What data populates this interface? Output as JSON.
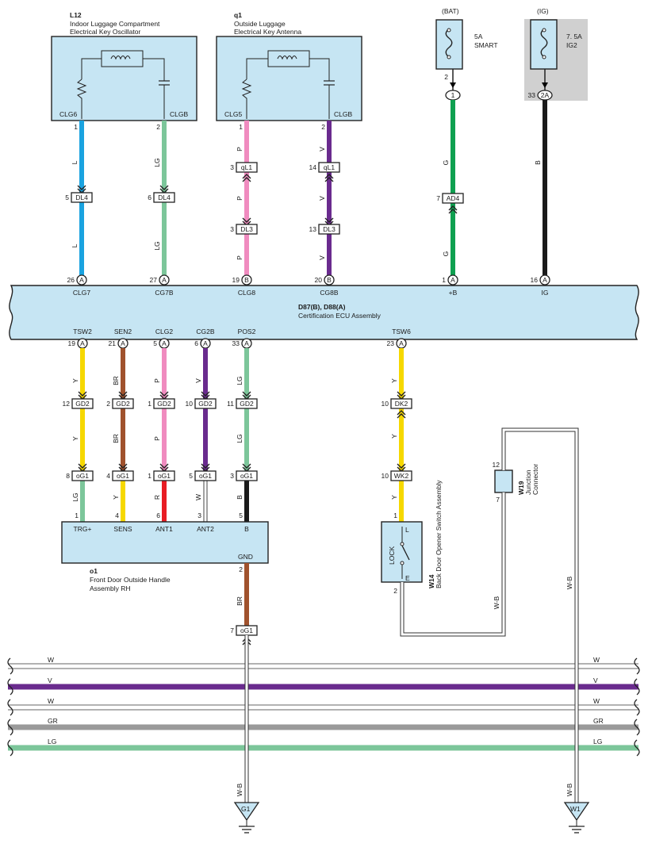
{
  "components": {
    "l12": {
      "id": "L12",
      "name": [
        "Indoor Luggage Compartment",
        "Electrical Key Oscillator"
      ],
      "pin_left": "CLG6",
      "pin_right": "CLGB"
    },
    "q1": {
      "id": "q1",
      "name": [
        "Outside Luggage",
        "Electrical Key Antenna"
      ],
      "pin_left": "CLG5",
      "pin_right": "CLGB"
    },
    "bat": {
      "label": "(BAT)",
      "fuse": [
        "5A",
        "SMART"
      ]
    },
    "ig": {
      "label": "(IG)",
      "fuse": [
        "7. 5A",
        "IG2"
      ]
    },
    "ecu": {
      "id": "D87(B), D88(A)",
      "name": "Certification ECU Assembly"
    },
    "o1": {
      "id": "o1",
      "name": [
        "Front Door Outside Handle",
        "Assembly RH"
      ],
      "gnd": "GND"
    },
    "w14": {
      "id": "W14",
      "name": "Back Door Opener Switch Assembly",
      "switch": "LOCK",
      "pin_l": "L",
      "pin_e": "E"
    },
    "w19": {
      "id": "W19",
      "name": [
        "Junction",
        "Connector"
      ]
    },
    "g1": "G1",
    "w1": "W1"
  },
  "ecu_top_pins": [
    {
      "num": "26",
      "conn": "A",
      "name": "CLG7"
    },
    {
      "num": "27",
      "conn": "A",
      "name": "CG7B"
    },
    {
      "num": "19",
      "conn": "B",
      "name": "CLG8"
    },
    {
      "num": "20",
      "conn": "B",
      "name": "CG8B"
    },
    {
      "num": "1",
      "conn": "A",
      "name": "+B"
    },
    {
      "num": "16",
      "conn": "A",
      "name": "IG"
    }
  ],
  "ecu_bottom_pins": [
    {
      "num": "19",
      "conn": "A",
      "name": "TSW2"
    },
    {
      "num": "21",
      "conn": "A",
      "name": "SEN2"
    },
    {
      "num": "5",
      "conn": "A",
      "name": "CLG2"
    },
    {
      "num": "6",
      "conn": "A",
      "name": "CG2B"
    },
    {
      "num": "33",
      "conn": "A",
      "name": "POS2"
    },
    {
      "num": "23",
      "conn": "A",
      "name": "TSW6"
    }
  ],
  "o1_pins": [
    {
      "num": "1",
      "name": "TRG+"
    },
    {
      "num": "4",
      "name": "SENS"
    },
    {
      "num": "6",
      "name": "ANT1"
    },
    {
      "num": "3",
      "name": "ANT2"
    },
    {
      "num": "5",
      "name": "B"
    }
  ],
  "top_wires": [
    {
      "pin": "1",
      "code1": "L",
      "conn1": "DL4",
      "conn1_pin": "5",
      "code2": "L",
      "color": "#1aa3e0"
    },
    {
      "pin": "2",
      "code1": "LG",
      "conn1": "DL4",
      "conn1_pin": "6",
      "code2": "LG",
      "color": "#7cc69a"
    },
    {
      "pin": "1",
      "code1": "P",
      "conn1": "qL1",
      "conn1_pin": "3",
      "conn2": "DL3",
      "conn2_pin": "3",
      "code2": "P",
      "color": "#f08bbf"
    },
    {
      "pin": "2",
      "code1": "V",
      "conn1": "qL1",
      "conn1_pin": "14",
      "conn2": "DL3",
      "conn2_pin": "13",
      "code2": "V",
      "color": "#6a2b8e"
    },
    {
      "pin": "2",
      "term": "1",
      "code1": "G",
      "conn1": "AD4",
      "conn1_pin": "7",
      "code2": "G",
      "color": "#0fa050"
    },
    {
      "pin": "33",
      "term": "2A",
      "code1": "B",
      "color": "#1a1a1a"
    }
  ],
  "bottom_wires": [
    {
      "code1": "Y",
      "conn1": "GD2",
      "conn1_pin": "12",
      "code2": "Y",
      "conn2": "oG1",
      "conn2_pin": "8",
      "code3": "LG",
      "color": "#f6d800",
      "color3": "#7cc69a"
    },
    {
      "code1": "BR",
      "conn1": "GD2",
      "conn1_pin": "2",
      "code2": "BR",
      "conn2": "oG1",
      "conn2_pin": "4",
      "code3": "Y",
      "color": "#a0522d",
      "color3": "#f6d800"
    },
    {
      "code1": "P",
      "conn1": "GD2",
      "conn1_pin": "1",
      "code2": "P",
      "conn2": "oG1",
      "conn2_pin": "1",
      "code3": "R",
      "color": "#f08bbf",
      "color3": "#e81c24"
    },
    {
      "code1": "V",
      "conn1": "GD2",
      "conn1_pin": "10",
      "code2": "",
      "conn2": "oG1",
      "conn2_pin": "5",
      "code3": "W",
      "color": "#6a2b8e",
      "color3": "#ffffff"
    },
    {
      "code1": "LG",
      "conn1": "GD2",
      "conn1_pin": "11",
      "code2": "LG",
      "conn2": "oG1",
      "conn2_pin": "3",
      "code3": "B",
      "color": "#7cc69a",
      "color3": "#1a1a1a"
    },
    {
      "code1": "Y",
      "conn1": "DK2",
      "conn1_pin": "10",
      "code2": "Y",
      "conn2": "WK2",
      "conn2_pin": "10",
      "code3": "Y",
      "color": "#f6d800"
    }
  ],
  "gnd_wire": {
    "pin": "2",
    "code": "BR",
    "conn": "oG1",
    "conn_pin": "7",
    "code_low": "W-B"
  },
  "w14_wire": {
    "pin_top": "1",
    "pin_bottom": "2",
    "code": "W-B"
  },
  "w19_wire": {
    "pin_top": "12",
    "pin_bottom": "7",
    "code_low": "W-B"
  },
  "buses": [
    {
      "label": "W",
      "color": "#ffffff"
    },
    {
      "label": "V",
      "color": "#6a2b8e"
    },
    {
      "label": "W",
      "color": "#ffffff"
    },
    {
      "label": "GR",
      "color": "#9a9a9a"
    },
    {
      "label": "LG",
      "color": "#7cc69a"
    }
  ]
}
